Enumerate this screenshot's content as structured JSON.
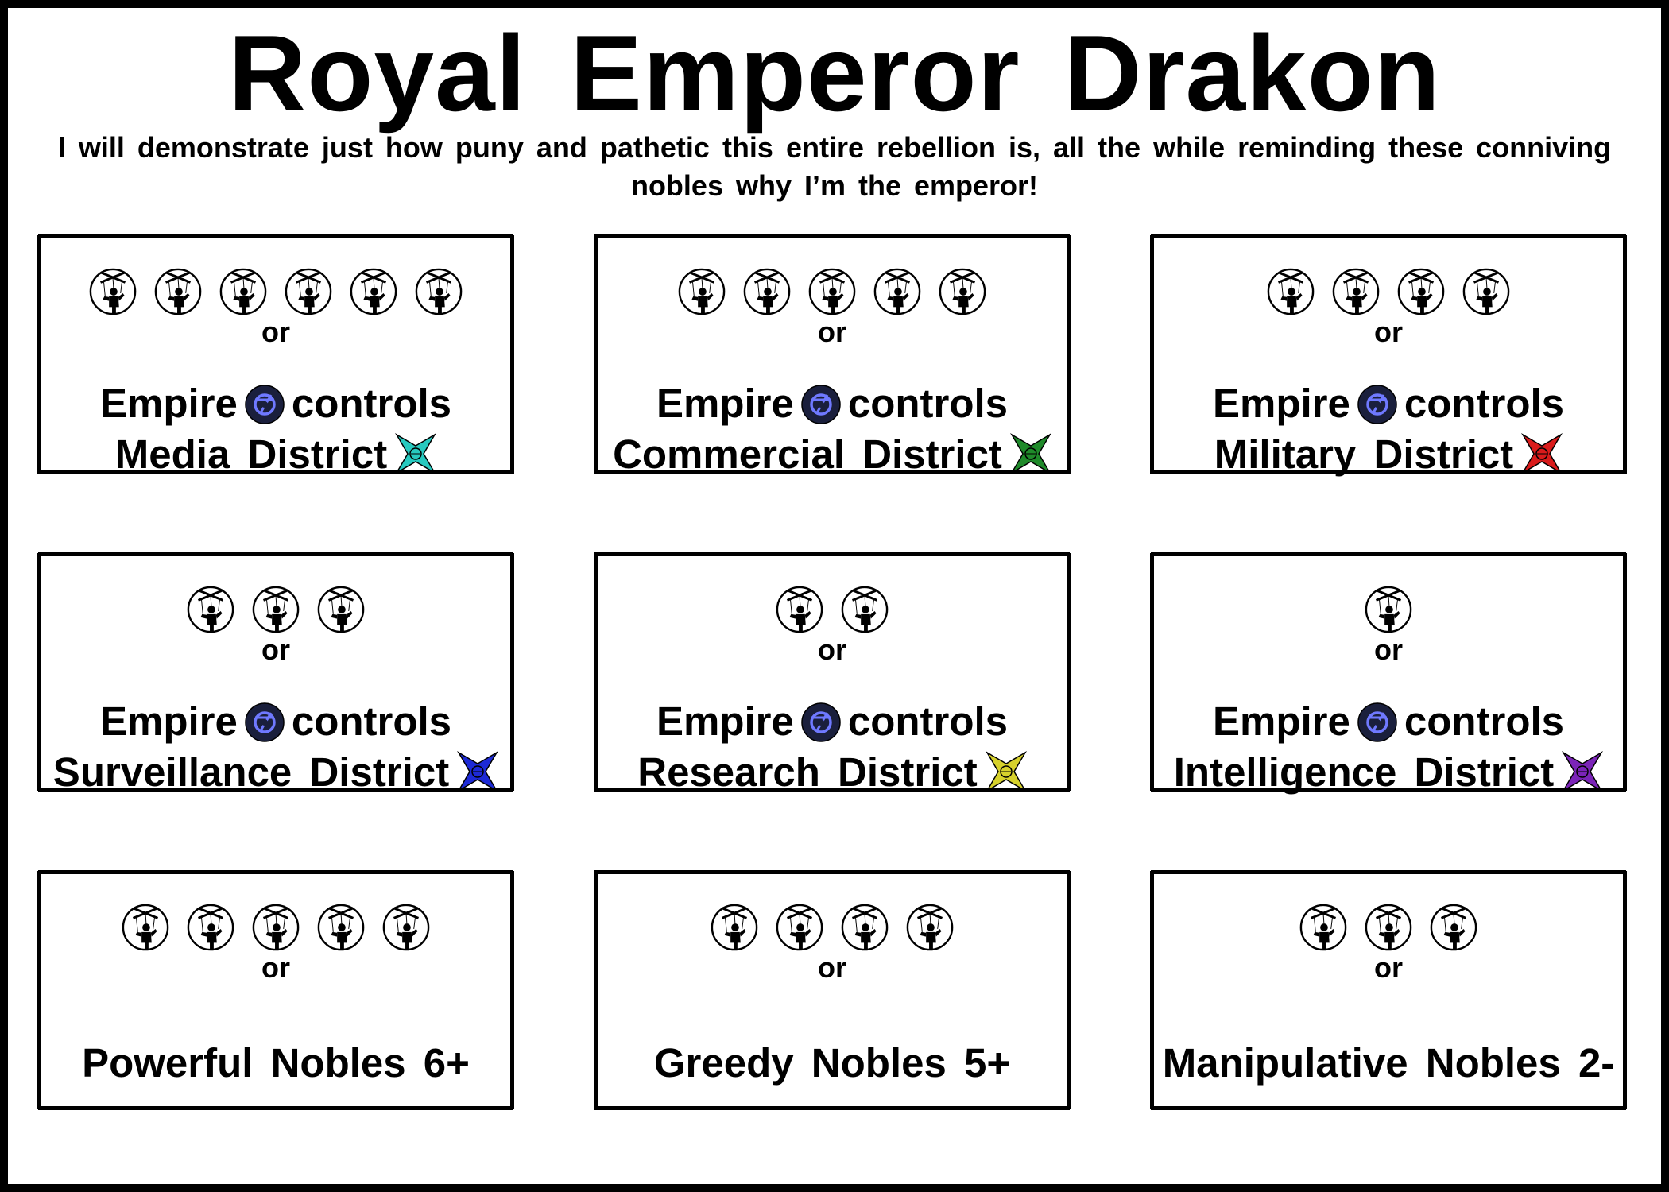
{
  "title": "Royal Emperor Drakon",
  "subtitle": "I will demonstrate just how puny and pathetic this entire rebellion is, all the while reminding these conniving nobles why I’m the emperor!",
  "icon_names": {
    "influence": "puppet-icon",
    "faction": "empire-emblem-icon",
    "district": "district-star-icon"
  },
  "colors": {
    "emblem_fill": "#1a1f3c",
    "emblem_ring": "#6f79ff",
    "media": "#27c9bf",
    "commercial": "#1f8a2a",
    "military": "#d91b1b",
    "surveillance": "#1d2ad6",
    "research": "#d6d12c",
    "intelligence": "#7b24b8"
  },
  "cards": [
    {
      "icons": 6,
      "or": "or",
      "w1": "Empire",
      "w2": "controls",
      "district": "Media District",
      "district_color": "#27c9bf"
    },
    {
      "icons": 5,
      "or": "or",
      "w1": "Empire",
      "w2": "controls",
      "district": "Commercial District",
      "district_color": "#1f8a2a"
    },
    {
      "icons": 4,
      "or": "or",
      "w1": "Empire",
      "w2": "controls",
      "district": "Military District",
      "district_color": "#d91b1b"
    },
    {
      "icons": 3,
      "or": "or",
      "w1": "Empire",
      "w2": "controls",
      "district": "Surveillance District",
      "district_color": "#1d2ad6"
    },
    {
      "icons": 2,
      "or": "or",
      "w1": "Empire",
      "w2": "controls",
      "district": "Research District",
      "district_color": "#d6d12c"
    },
    {
      "icons": 1,
      "or": "or",
      "w1": "Empire",
      "w2": "controls",
      "district": "Intelligence District",
      "district_color": "#7b24b8"
    },
    {
      "icons": 5,
      "or": "or",
      "text": "Powerful Nobles 6+"
    },
    {
      "icons": 4,
      "or": "or",
      "text": "Greedy Nobles 5+"
    },
    {
      "icons": 3,
      "or": "or",
      "text": "Manipulative Nobles 2-"
    }
  ]
}
